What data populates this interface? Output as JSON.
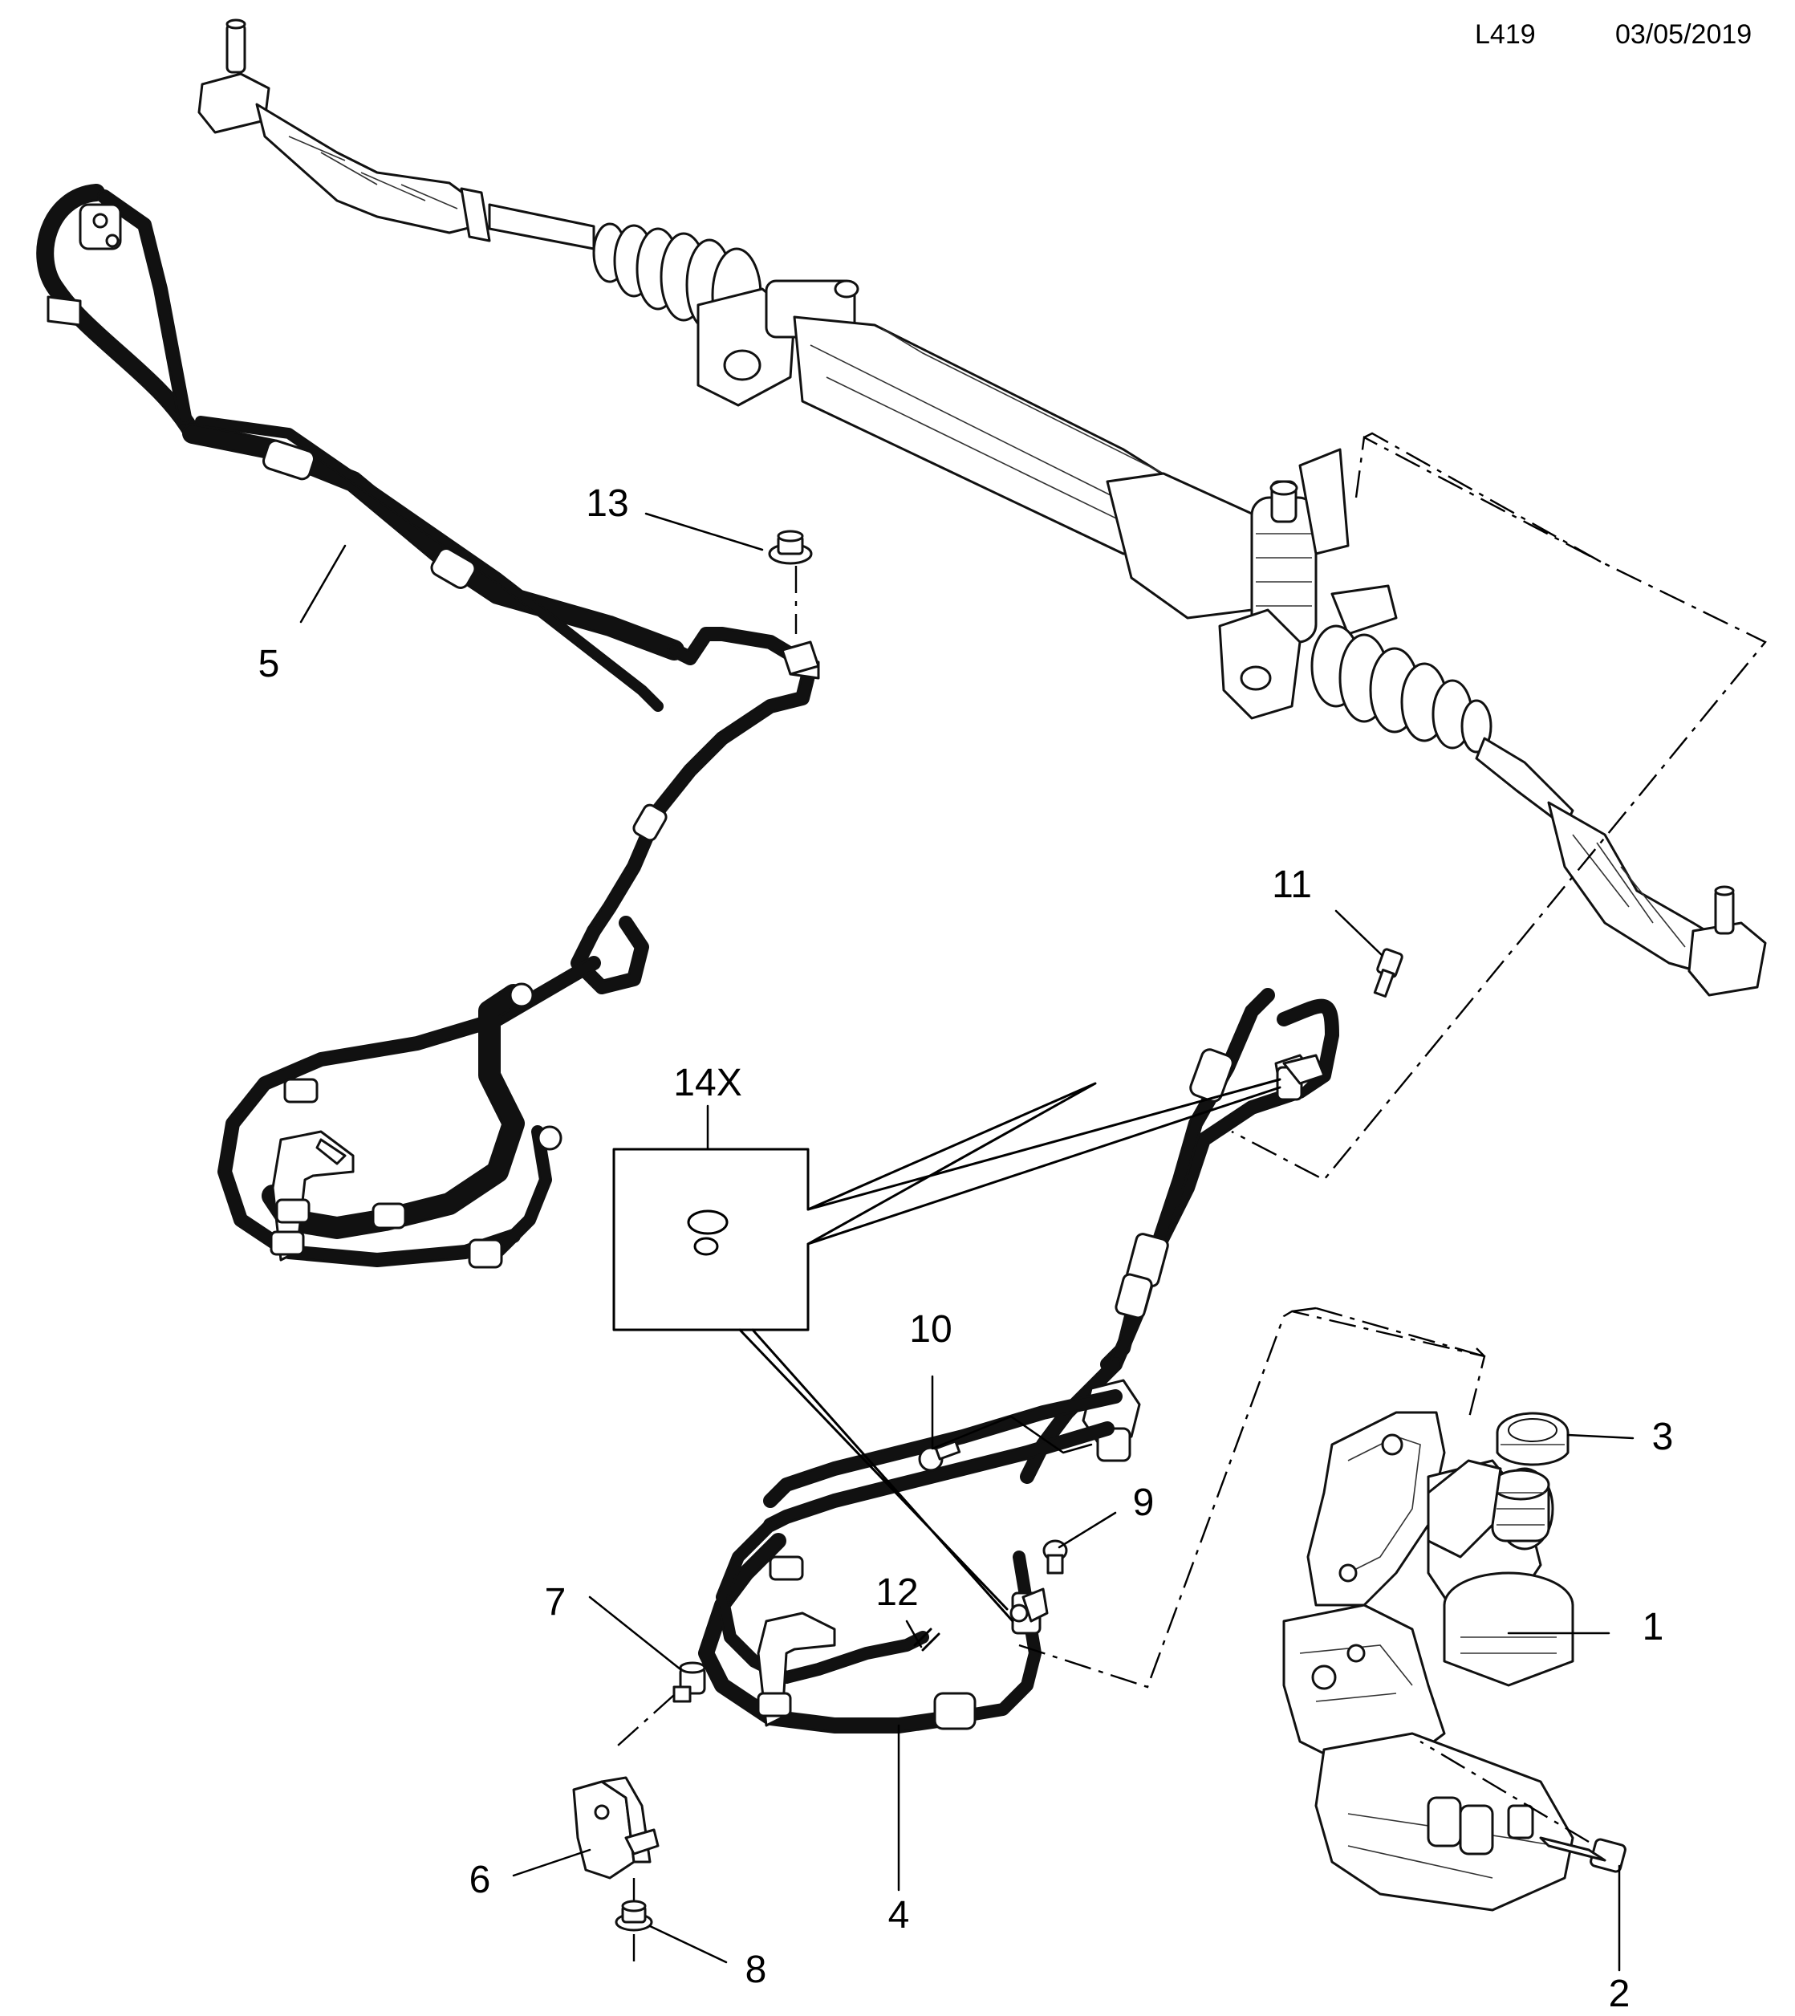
{
  "header": {
    "diagram_code": "L419",
    "date": "03/05/2019"
  },
  "callouts": [
    "1",
    "2",
    "3",
    "4",
    "5",
    "6",
    "7",
    "8",
    "9",
    "10",
    "11",
    "12",
    "13",
    "14X"
  ]
}
